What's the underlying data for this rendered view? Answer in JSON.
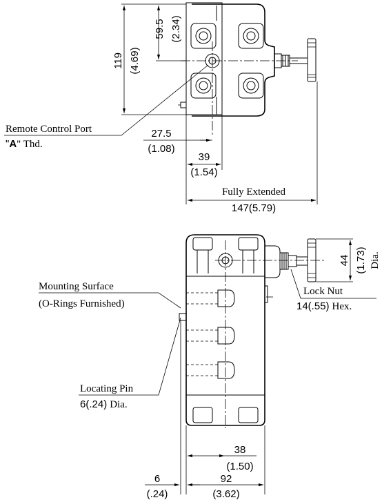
{
  "top_view": {
    "dim_height_mm": "119",
    "dim_height_in": "(4.69)",
    "dim_center_mm": "59.5",
    "dim_center_in": "(2.34)",
    "dim_a_mm": "27.5",
    "dim_a_in": "(1.08)",
    "dim_b_mm": "39",
    "dim_b_in": "(1.54)",
    "fully_extended_label": "Fully Extended",
    "fully_extended_dim": "147(5.79)"
  },
  "remote_port": {
    "label": "Remote Control Port",
    "thread_open": "\"",
    "thread_letter": "A",
    "thread_close": "\" Thd."
  },
  "side_view": {
    "dim_knob_mm": "44",
    "dim_knob_in": "(1.73)",
    "dim_knob_suffix": "Dia.",
    "mounting_label": "Mounting Surface",
    "mounting_note": "(O-Rings Furnished)",
    "lock_nut_label": "Lock Nut",
    "lock_nut_size": "14(.55)",
    "lock_nut_suffix": "Hex.",
    "pin_label": "Locating Pin",
    "pin_size": "6(.24)",
    "pin_suffix": "Dia.",
    "dim_c_mm": "38",
    "dim_c_in": "(1.50)",
    "dim_d_mm": "6",
    "dim_d_in": "(.24)",
    "dim_e_mm": "92",
    "dim_e_in": "(3.62)"
  }
}
